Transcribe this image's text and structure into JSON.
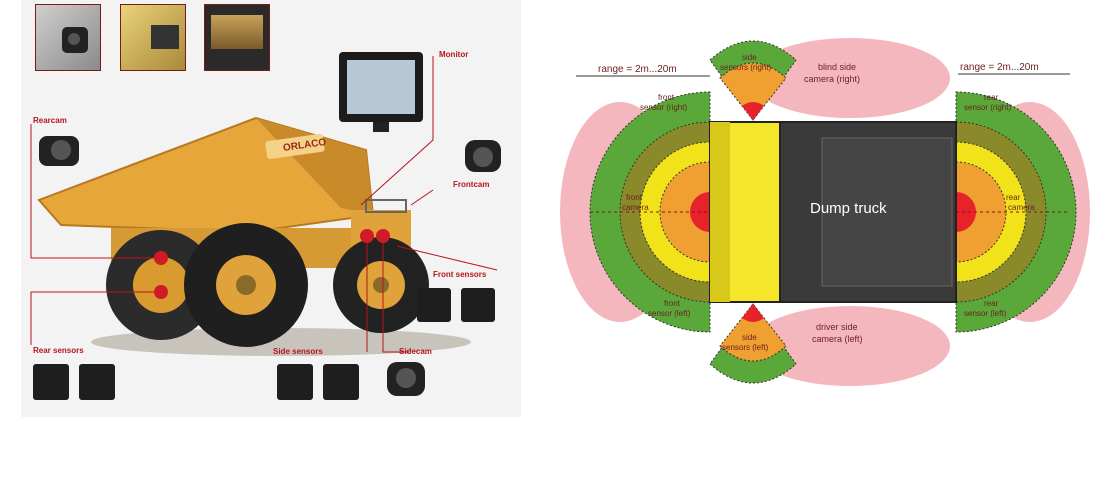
{
  "left_panel": {
    "labels": {
      "monitor": "Monitor",
      "rearcam": "Rearcam",
      "frontcam": "Frontcam",
      "front_sensors": "Front sensors",
      "rear_sensors": "Rear sensors",
      "side_sensors": "Side sensors",
      "sidecam": "Sidecam"
    },
    "brand": "ORLACO",
    "colors": {
      "label": "#b8141e",
      "truck": "#e6a63a",
      "marker": "#d01b26"
    }
  },
  "diagram": {
    "range_left": "range = 2m...20m",
    "range_right": "range = 2m...20m",
    "truck_label": "Dump truck",
    "zones": {
      "side_right": [
        "side",
        "sensors (right)"
      ],
      "blind_side": [
        "blind side",
        "camera (right)"
      ],
      "front_right": [
        "front",
        "sensor (right)"
      ],
      "front_camera": [
        "front",
        "camera"
      ],
      "front_left": [
        "front",
        "sensor (left)"
      ],
      "side_left": [
        "side",
        "sensors (left)"
      ],
      "driver_side": [
        "driver side",
        "camera (left)"
      ],
      "rear_right": [
        "rear",
        "sensor (right)"
      ],
      "rear_camera": [
        "rear",
        "camera"
      ],
      "rear_left": [
        "rear",
        "sensor (left)"
      ]
    },
    "colors": {
      "green": "#5aa83a",
      "yellow": "#f2e21a",
      "orange": "#f0a030",
      "red": "#e8222a",
      "pink": "#f4b7bd",
      "cab": "#f4e62a",
      "body": "#3a3a3a"
    }
  }
}
